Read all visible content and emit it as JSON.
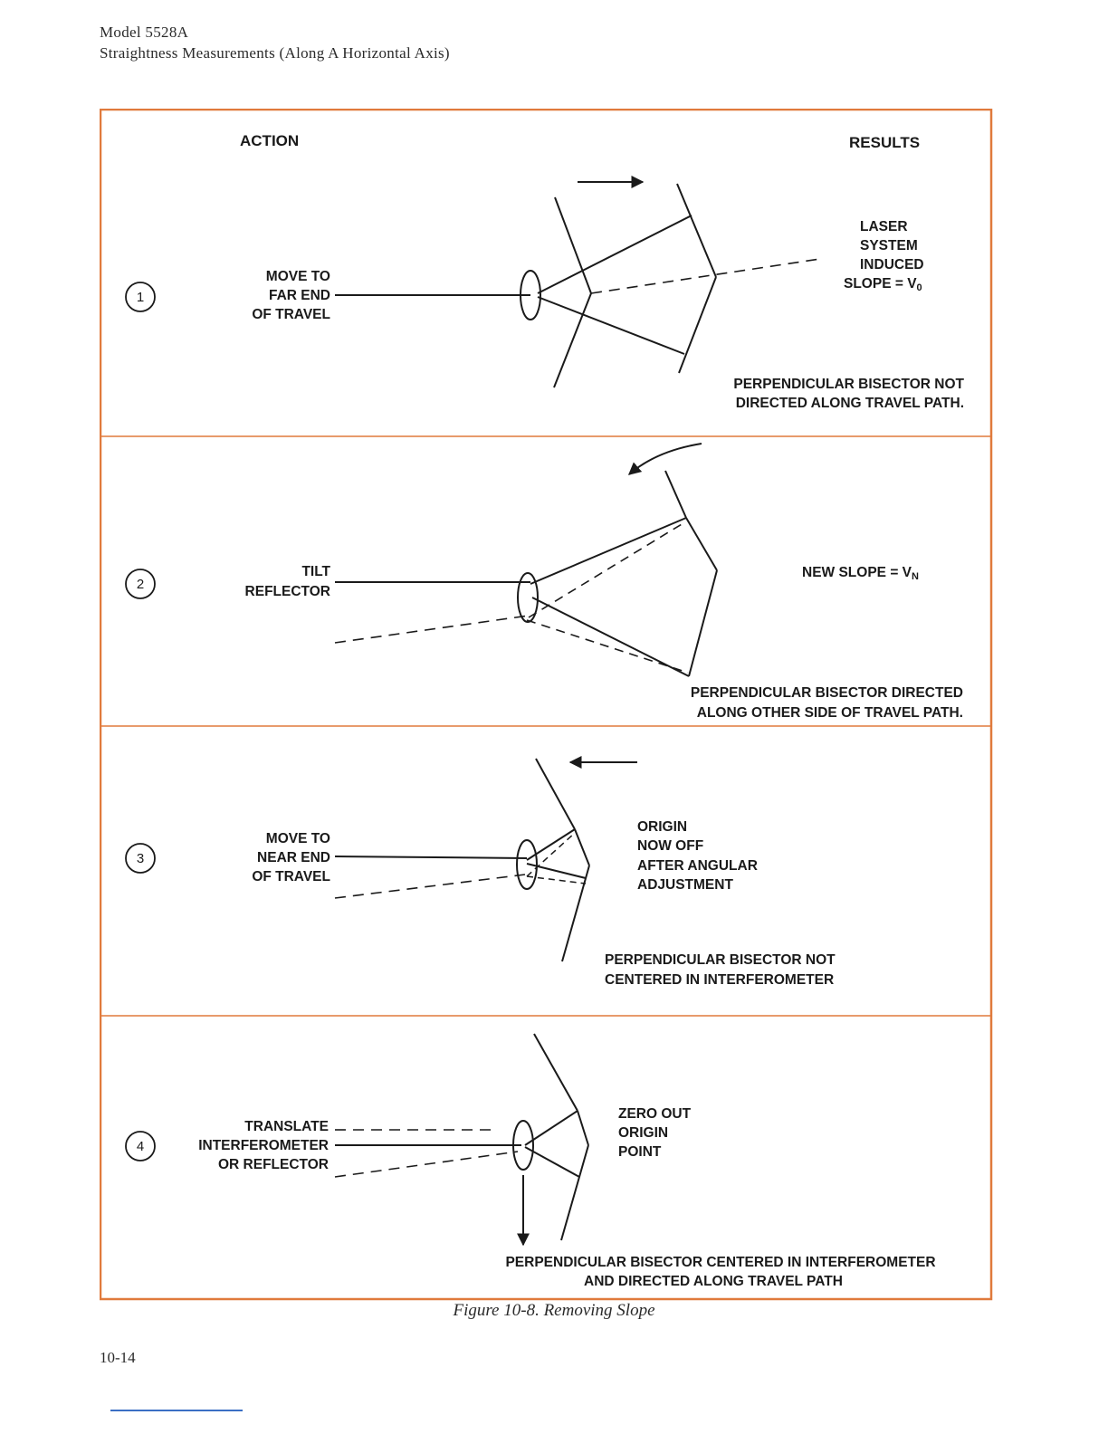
{
  "header": {
    "model": "Model 5528A",
    "section": "Straightness Measurements (Along A Horizontal Axis)"
  },
  "columns": {
    "action": "ACTION",
    "results": "RESULTS"
  },
  "steps": [
    {
      "number": "1",
      "action": [
        "MOVE TO",
        "FAR END",
        "OF TRAVEL"
      ],
      "result": [
        "LASER",
        "SYSTEM",
        "INDUCED",
        "SLOPE = V",
        "0"
      ],
      "note": [
        "PERPENDICULAR BISECTOR NOT",
        "DIRECTED ALONG TRAVEL PATH."
      ]
    },
    {
      "number": "2",
      "action": [
        "TILT",
        "REFLECTOR"
      ],
      "result": [
        "NEW SLOPE = V",
        "N"
      ],
      "note": [
        "PERPENDICULAR BISECTOR DIRECTED",
        "ALONG OTHER SIDE OF TRAVEL PATH."
      ]
    },
    {
      "number": "3",
      "action": [
        "MOVE TO",
        "NEAR END",
        "OF TRAVEL"
      ],
      "result": [
        "ORIGIN",
        "NOW OFF",
        "AFTER ANGULAR",
        "ADJUSTMENT"
      ],
      "note": [
        "PERPENDICULAR BISECTOR NOT",
        "CENTERED IN INTERFEROMETER"
      ]
    },
    {
      "number": "4",
      "action": [
        "TRANSLATE",
        "INTERFEROMETER",
        "OR REFLECTOR"
      ],
      "result": [
        "ZERO OUT",
        "ORIGIN",
        "POINT"
      ],
      "note": [
        "PERPENDICULAR BISECTOR CENTERED IN INTERFEROMETER",
        "AND DIRECTED ALONG TRAVEL PATH"
      ]
    }
  ],
  "caption": "Figure 10-8. Removing Slope",
  "page_number": "10-14",
  "colors": {
    "frame": "#e07a3c",
    "ink": "#1a1a1a",
    "footer_rule": "#3a6fc4"
  }
}
